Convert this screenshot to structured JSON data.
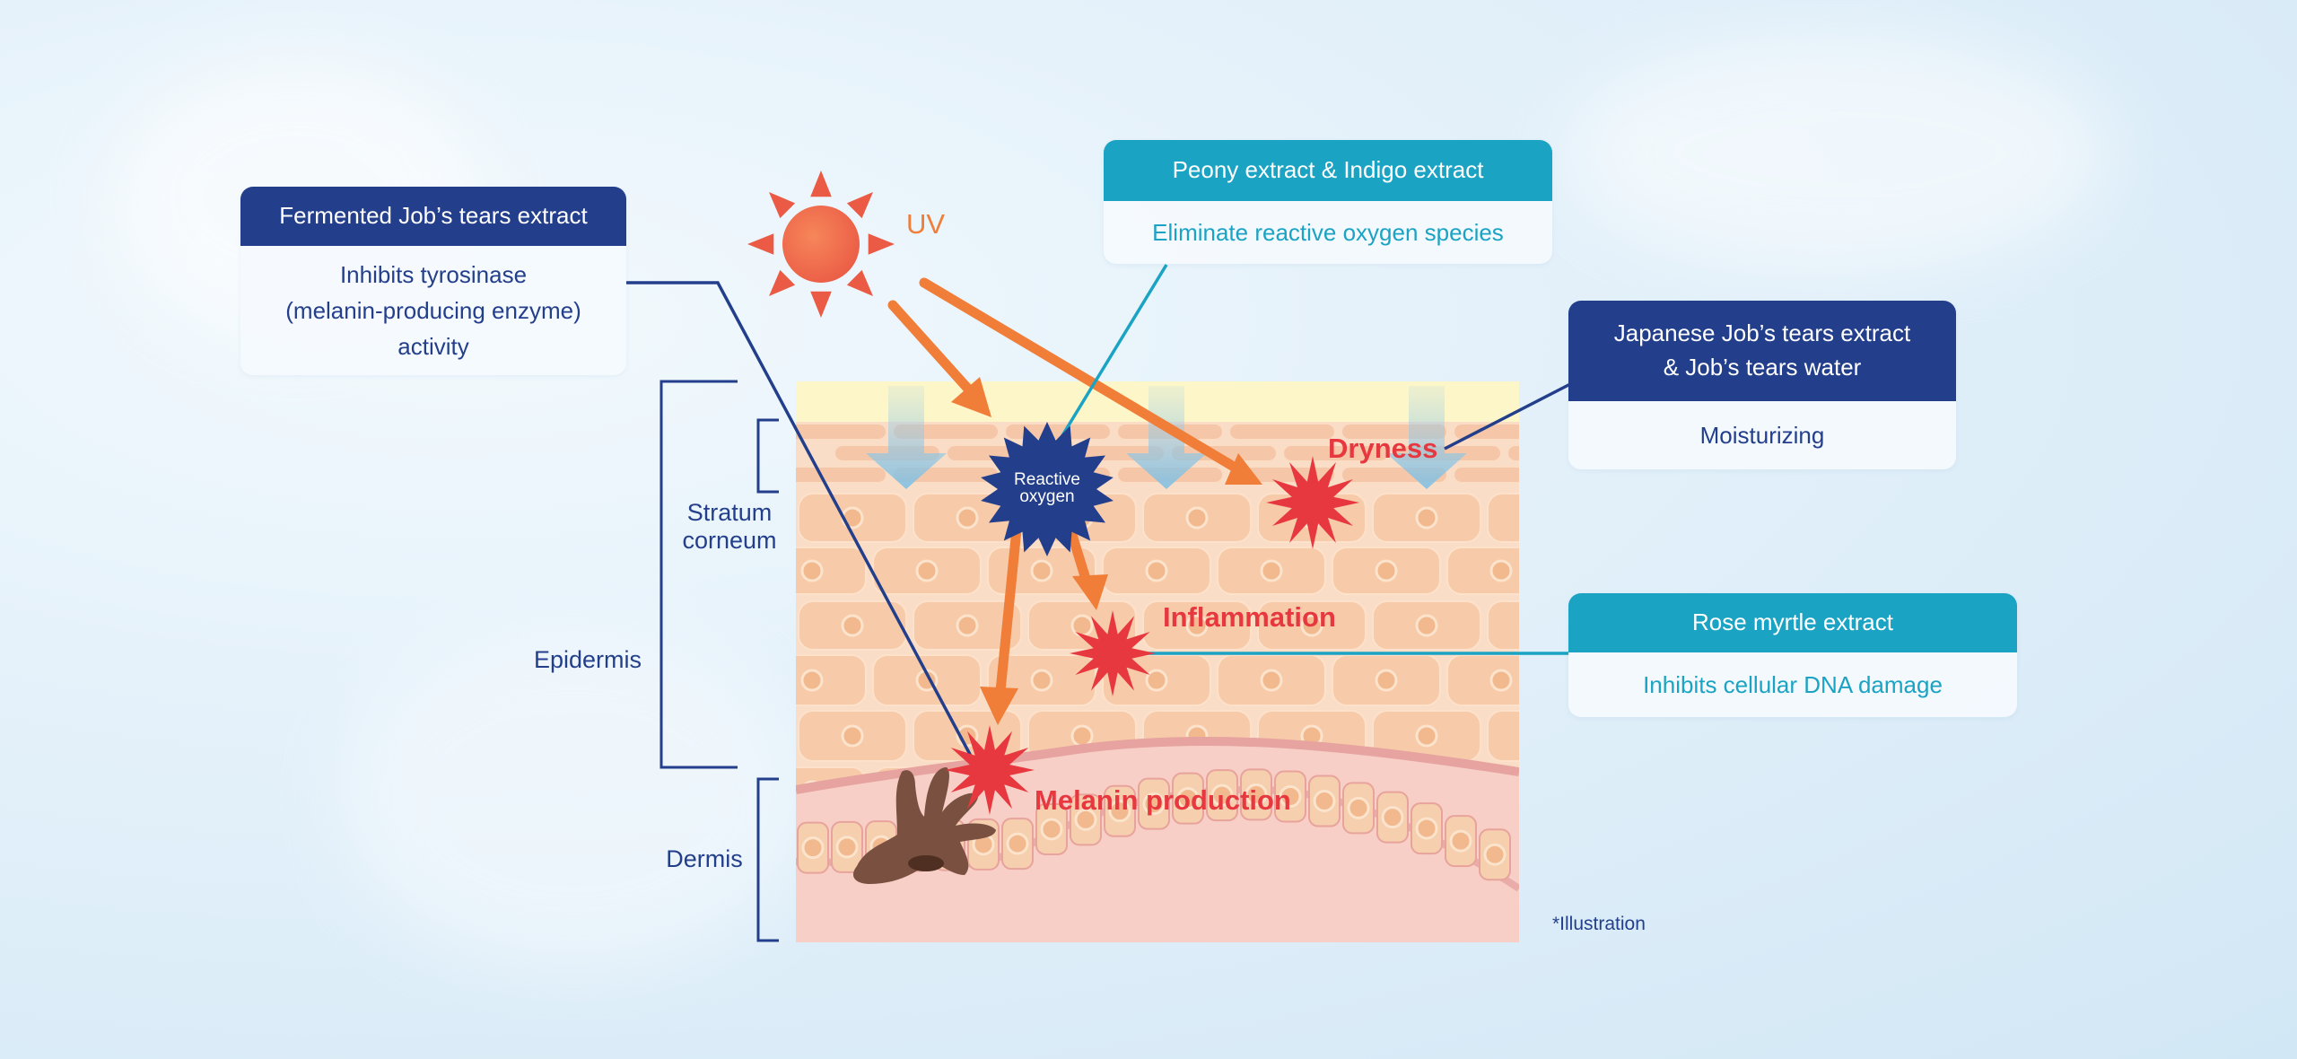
{
  "boxes": {
    "fermented": {
      "title": "Fermented Job’s tears extract",
      "lines": [
        "Inhibits tyrosinase",
        "(melanin-producing enzyme)",
        "activity"
      ]
    },
    "peony": {
      "title": "Peony extract & Indigo extract",
      "body": "Eliminate reactive oxygen species"
    },
    "japanese": {
      "title_lines": [
        "Japanese Job’s tears extract",
        "& Job’s tears water"
      ],
      "body": "Moisturizing"
    },
    "rose": {
      "title": "Rose myrtle extract",
      "body": "Inhibits cellular DNA damage"
    }
  },
  "labels": {
    "uv": "UV",
    "reactive_oxygen": [
      "Reactive",
      "oxygen"
    ],
    "dryness": "Dryness",
    "inflammation": "Inflammation",
    "melanin": "Melanin production",
    "stratum": [
      "Stratum",
      "corneum"
    ],
    "epidermis": "Epidermis",
    "dermis": "Dermis",
    "note": "*Illustration"
  },
  "colors": {
    "navy": "#233f8b",
    "teal": "#1aa3c3",
    "orange": "#f07d38",
    "red": "#e8383f",
    "skin": "#f6d3b5",
    "background": "#e4f1fa"
  }
}
